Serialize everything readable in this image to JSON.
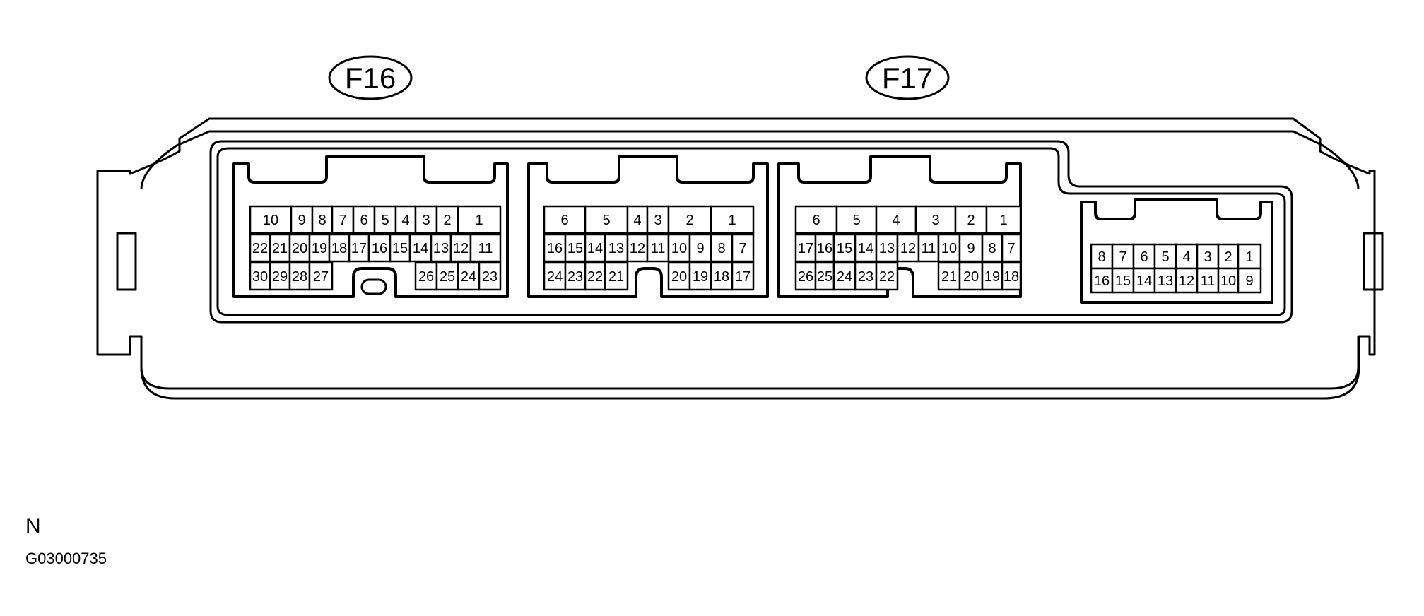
{
  "colors": {
    "line": "#000000",
    "background": "#ffffff"
  },
  "callouts": [
    {
      "id": "f16",
      "label": "F16"
    },
    {
      "id": "f17",
      "label": "F17"
    }
  ],
  "connectors": [
    {
      "id": "block1",
      "rows": [
        [
          "10",
          "9",
          "8",
          "7",
          "6",
          "5",
          "4",
          "3",
          "2",
          "1"
        ],
        [
          "22",
          "21",
          "20",
          "19",
          "18",
          "17",
          "16",
          "15",
          "14",
          "13",
          "12",
          "11"
        ],
        [
          "30",
          "29",
          "28",
          "27",
          "26",
          "25",
          "24",
          "23"
        ]
      ]
    },
    {
      "id": "block2",
      "rows": [
        [
          "6",
          "5",
          "4",
          "3",
          "2",
          "1"
        ],
        [
          "16",
          "15",
          "14",
          "13",
          "12",
          "11",
          "10",
          "9",
          "8",
          "7"
        ],
        [
          "24",
          "23",
          "22",
          "21",
          "20",
          "19",
          "18",
          "17"
        ]
      ]
    },
    {
      "id": "block3",
      "rows": [
        [
          "6",
          "5",
          "4",
          "3",
          "2",
          "1"
        ],
        [
          "17",
          "16",
          "15",
          "14",
          "13",
          "12",
          "11",
          "10",
          "9",
          "8",
          "7"
        ],
        [
          "26",
          "25",
          "24",
          "23",
          "22",
          "21",
          "20",
          "19",
          "18"
        ]
      ]
    },
    {
      "id": "block4",
      "rows": [
        [
          "8",
          "7",
          "6",
          "5",
          "4",
          "3",
          "2",
          "1"
        ],
        [
          "16",
          "15",
          "14",
          "13",
          "12",
          "11",
          "10",
          "9"
        ]
      ]
    }
  ],
  "footer": {
    "letter": "N",
    "code": "G03000735"
  }
}
